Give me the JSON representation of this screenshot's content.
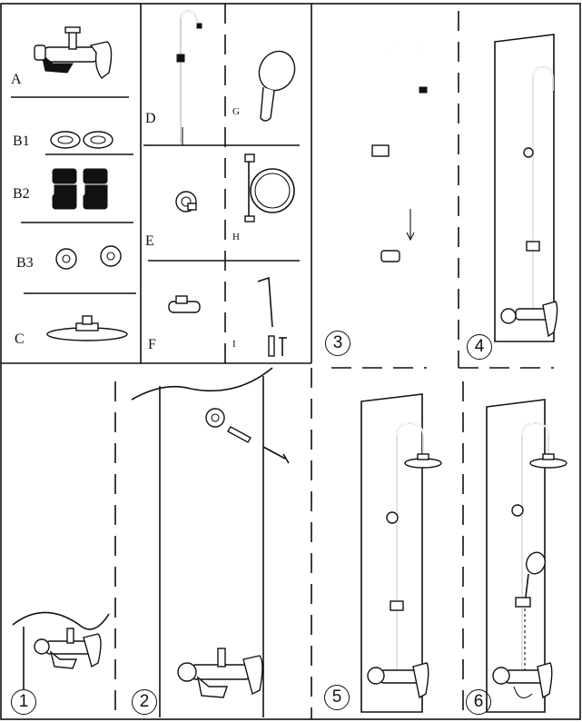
{
  "parts": {
    "a": "A",
    "b1": "B1",
    "b2": "B2",
    "b3": "B3",
    "c": "C",
    "d": "D",
    "e": "E",
    "f": "F",
    "g": "G",
    "h": "H",
    "i": "I"
  },
  "steps": [
    "1",
    "2",
    "3",
    "4",
    "5",
    "6"
  ]
}
